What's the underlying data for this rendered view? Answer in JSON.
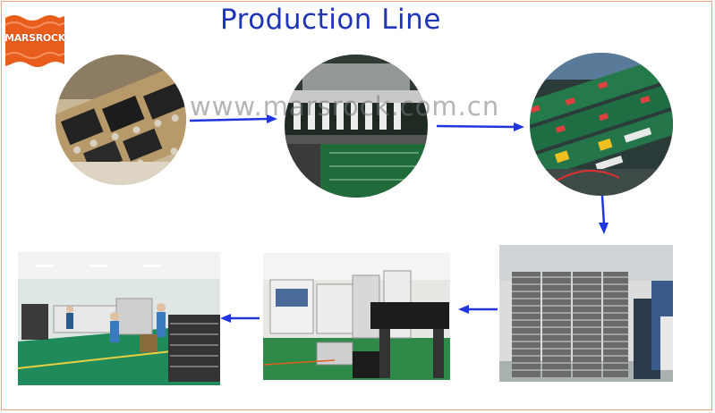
{
  "logo": {
    "text": "MARSROCK"
  },
  "header": {
    "title": "Production Line"
  },
  "watermark": {
    "text": "www.marsrock.com.cn"
  },
  "colors": {
    "title": "#1f35b8",
    "arrow": "#1f35e0",
    "logo": "#e85d1c",
    "frame": "#f0a080"
  },
  "steps": [
    {
      "id": "step-1",
      "shape": "circle",
      "subject": "chips-on-pcb"
    },
    {
      "id": "step-2",
      "shape": "circle",
      "subject": "smt-machine"
    },
    {
      "id": "step-3",
      "shape": "circle",
      "subject": "assembled-boards"
    },
    {
      "id": "step-4",
      "shape": "rect",
      "subject": "pcb-storage-racks"
    },
    {
      "id": "step-5",
      "shape": "rect",
      "subject": "smt-line-machines"
    },
    {
      "id": "step-6",
      "shape": "rect",
      "subject": "factory-floor-workers"
    }
  ]
}
